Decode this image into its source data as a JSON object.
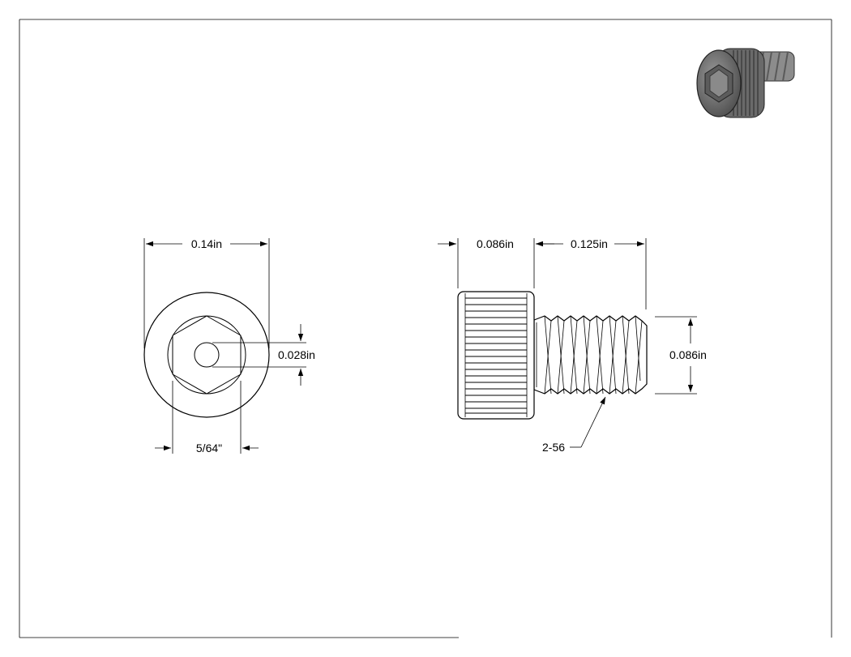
{
  "front_view": {
    "head_diameter": "0.14in",
    "hole_diameter": "0.028in",
    "hex_socket_size": "5/64\""
  },
  "side_view": {
    "head_height": "0.086in",
    "thread_length": "0.125in",
    "thread_diameter": "0.086in",
    "thread_callout": "2-56"
  },
  "preview_icon": "socket-head-cap-screw-3d-icon"
}
